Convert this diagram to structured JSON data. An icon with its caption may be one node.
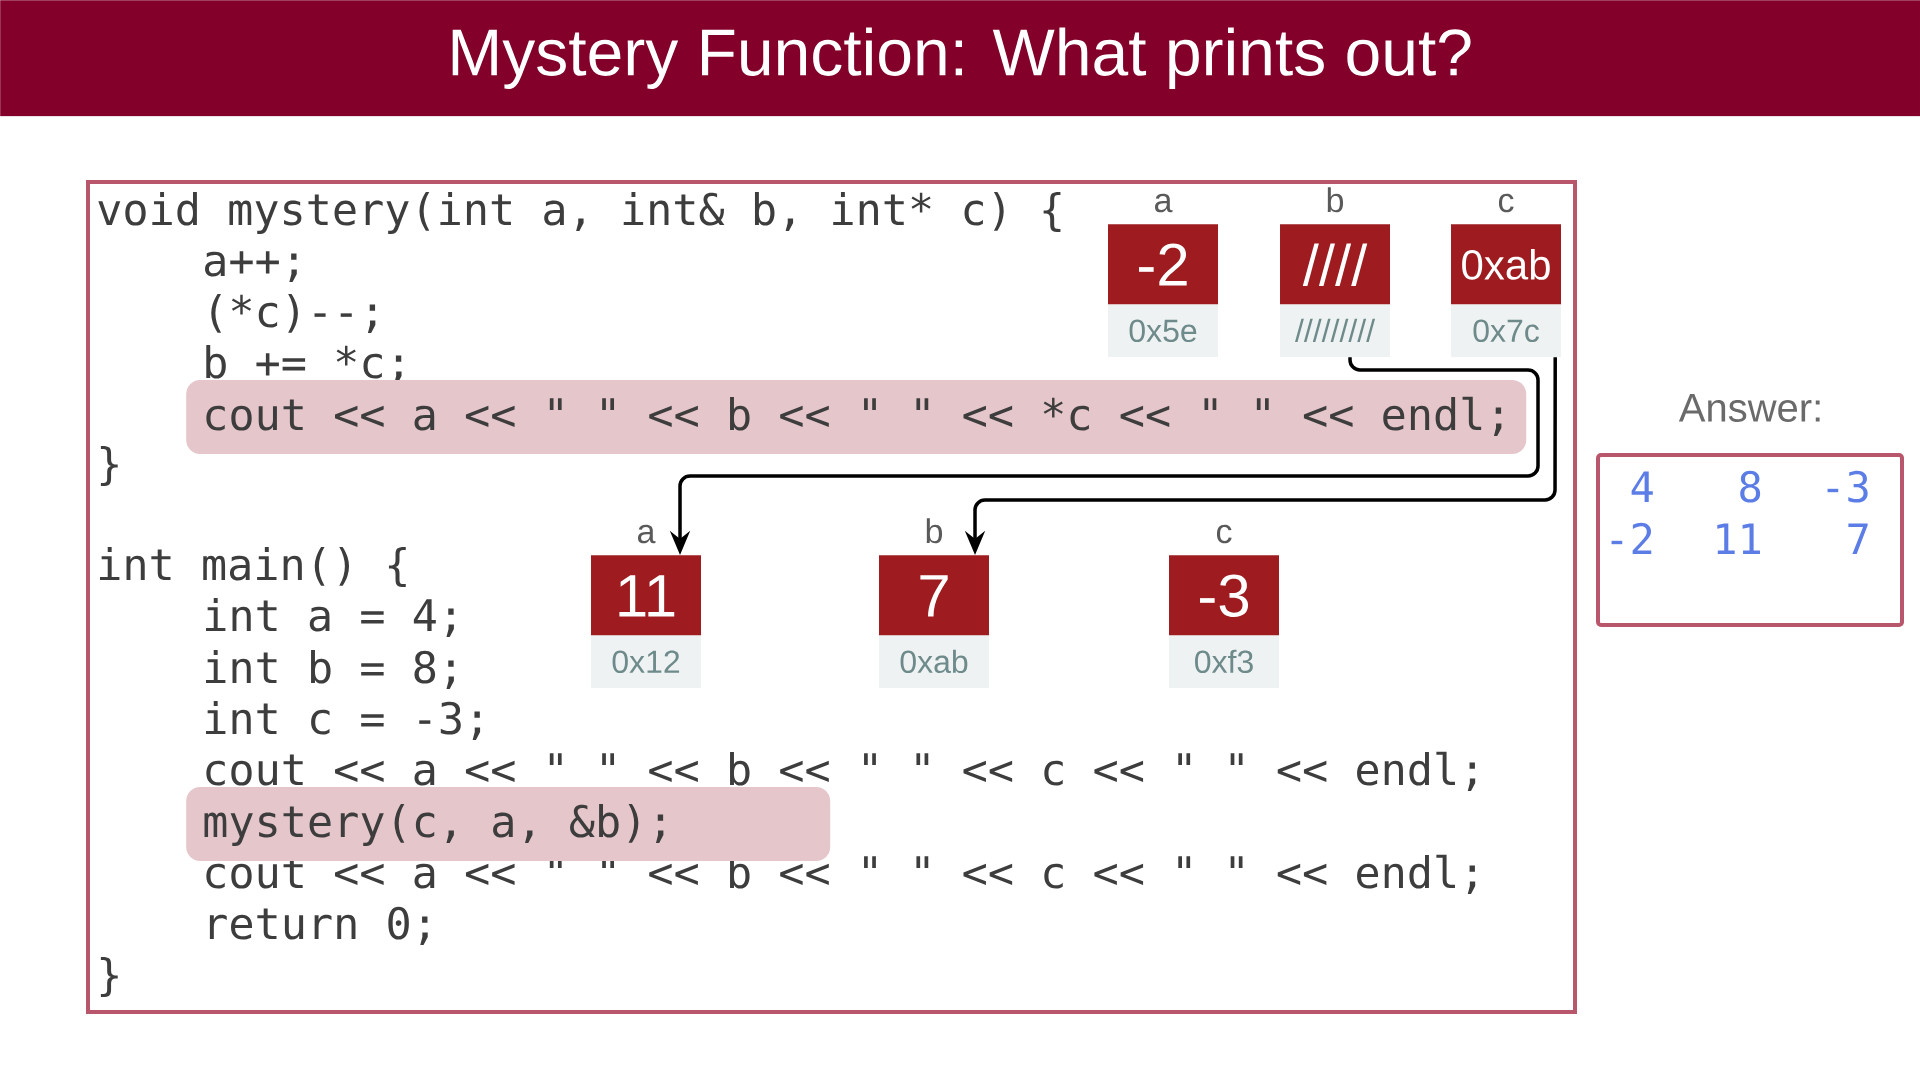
{
  "diagram": {
    "title": "Mystery Function: What prints out?",
    "nodes": [
      {
        "text": [
          "void mystery(int a, int& b, int* c) {",
          "a++;",
          "(*c)--;",
          "b += *c;",
          "}",
          "int main() {",
          "int a = 4;",
          "int b = 8;",
          "int c = -3;",
          "cout << a << \" \" << b << \" \" << c << \" \" << endl;",
          "cout << a << \" \" << b << \" \" << c << \" \" << endl;",
          "return 0;",
          "}"
        ]
      },
      {
        "text": [
          "cout << a << \" \" << b << \" \" << *c << \" \" << endl;"
        ],
        "in": 0
      },
      {
        "text": [
          "mystery(c, a, &b);"
        ],
        "in": 0
      },
      {
        "text": [
          "-2",
          "0x5e"
        ],
        "beside": [
          "a"
        ],
        "in": 0
      },
      {
        "text": [
          "////",
          "/////////"
        ],
        "beside": [
          "b"
        ],
        "in": 0
      },
      {
        "text": [
          "0xab",
          "0x7c"
        ],
        "beside": [
          "c"
        ],
        "in": 0
      },
      {
        "text": [
          "11",
          "0x12"
        ],
        "beside": [
          "a"
        ],
        "in": 0
      },
      {
        "text": [
          "7",
          "0xab"
        ],
        "beside": [
          "b"
        ],
        "in": 0
      },
      {
        "text": [
          "-3",
          "0xf3"
        ],
        "beside": [
          "c"
        ],
        "in": 0
      },
      {
        "text": [
          "Answer:",
          "4",
          "8",
          "-3",
          "-2",
          "11",
          "7"
        ]
      }
    ],
    "edges": [
      {
        "from": 4,
        "to": 6,
        "arrow": "to"
      },
      {
        "from": 5,
        "to": 7,
        "arrow": "to"
      }
    ]
  }
}
